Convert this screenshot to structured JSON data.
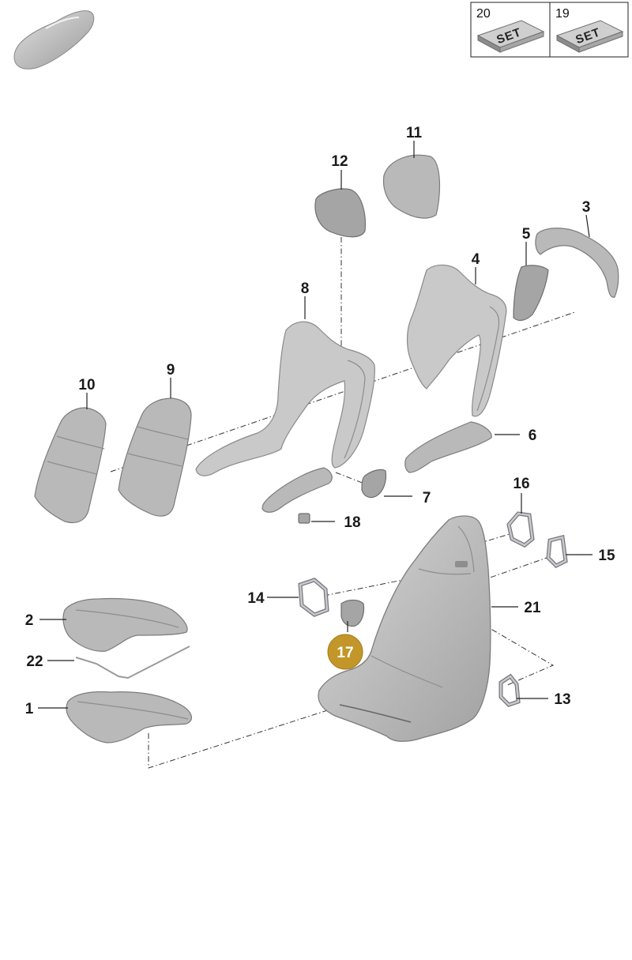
{
  "set_boxes": [
    {
      "number": "20",
      "text": "SET"
    },
    {
      "number": "19",
      "text": "SET"
    }
  ],
  "highlight": {
    "label": "17",
    "color": "#c3962a"
  },
  "labels": {
    "p1": "1",
    "p2": "2",
    "p3": "3",
    "p4": "4",
    "p5": "5",
    "p6": "6",
    "p7": "7",
    "p8": "8",
    "p9": "9",
    "p10": "10",
    "p11": "11",
    "p12": "12",
    "p13": "13",
    "p14": "14",
    "p15": "15",
    "p16": "16",
    "p18": "18",
    "p21": "21",
    "p22": "22"
  },
  "icons": {
    "vehicle": "car-silhouette-icon",
    "set": "set-block-icon"
  }
}
